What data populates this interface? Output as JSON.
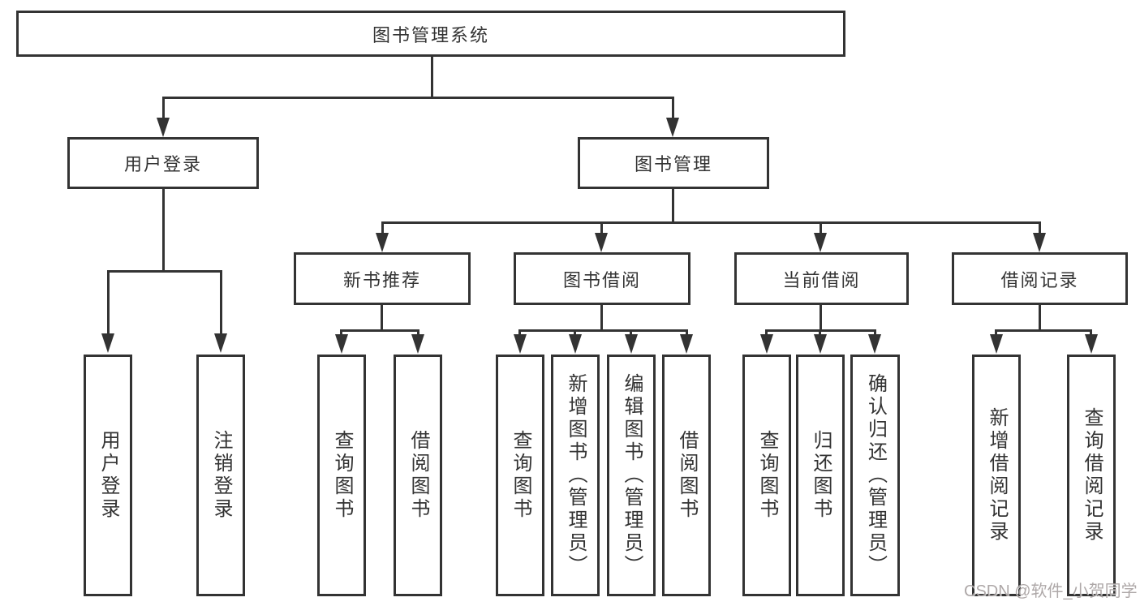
{
  "colors": {
    "line": "#333333",
    "text": "#333333",
    "background": "#ffffff",
    "watermark": "#a59e9e"
  },
  "watermark": {
    "text": "CSDN @软件_小贺同学"
  },
  "tree": {
    "root": {
      "label": "图书管理系统",
      "children": [
        {
          "label": "用户登录",
          "children": [
            {
              "label": "用户登录"
            },
            {
              "label": "注销登录"
            }
          ]
        },
        {
          "label": "图书管理",
          "children": [
            {
              "label": "新书推荐",
              "children": [
                {
                  "label": "查询图书"
                },
                {
                  "label": "借阅图书"
                }
              ]
            },
            {
              "label": "图书借阅",
              "children": [
                {
                  "label": "查询图书"
                },
                {
                  "label": "新增图书（管理员）"
                },
                {
                  "label": "编辑图书（管理员）"
                },
                {
                  "label": "借阅图书"
                }
              ]
            },
            {
              "label": "当前借阅",
              "children": [
                {
                  "label": "查询图书"
                },
                {
                  "label": "归还图书"
                },
                {
                  "label": "确认归还（管理员）"
                }
              ]
            },
            {
              "label": "借阅记录",
              "children": [
                {
                  "label": "新增借阅记录"
                },
                {
                  "label": "查询借阅记录"
                }
              ]
            }
          ]
        }
      ]
    }
  }
}
